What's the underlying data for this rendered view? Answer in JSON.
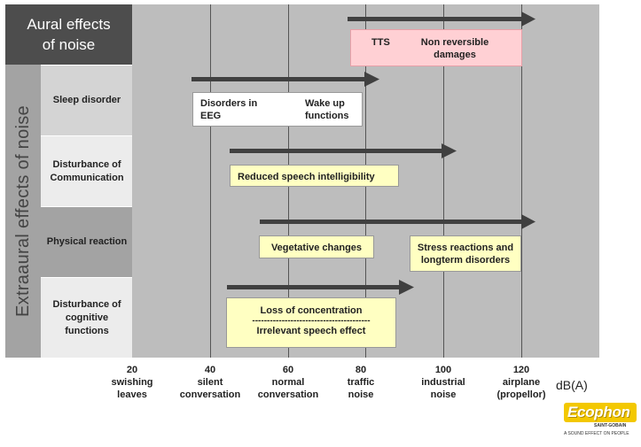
{
  "header": {
    "aural_line1": "Aural effects",
    "aural_line2": "of noise"
  },
  "side_label": "Extraaural effects of noise",
  "rows": [
    {
      "label_line1": "Sleep disorder",
      "label_line2": "",
      "label_line3": ""
    },
    {
      "label_line1": "Disturbance of",
      "label_line2": "Communication",
      "label_line3": ""
    },
    {
      "label_line1": "Physical reaction",
      "label_line2": "",
      "label_line3": ""
    },
    {
      "label_line1": "Disturbance of",
      "label_line2": "cognitive",
      "label_line3": "functions"
    }
  ],
  "boxes": {
    "tts": "TTS",
    "non_reversible_1": "Non reversible",
    "non_reversible_2": "damages",
    "disorders_eeg_1": "Disorders in",
    "disorders_eeg_2": "EEG",
    "wake_up_1": "Wake up",
    "wake_up_2": "functions",
    "speech": "Reduced speech intelligibility",
    "vegetative": "Vegetative changes",
    "stress_1": "Stress reactions and",
    "stress_2": "longterm disorders",
    "concentration": "Loss of concentration",
    "separator": "----------------------------------------",
    "irrelevant": "Irrelevant speech effect"
  },
  "axis": {
    "unit": "dB(A)",
    "ticks": [
      {
        "value": "20",
        "line2": "swishing",
        "line3": "leaves"
      },
      {
        "value": "40",
        "line2": "silent",
        "line3": "conversation"
      },
      {
        "value": "60",
        "line2": "normal",
        "line3": "conversation"
      },
      {
        "value": "80",
        "line2": "traffic",
        "line3": "noise"
      },
      {
        "value": "100",
        "line2": "industrial",
        "line3": "noise"
      },
      {
        "value": "120",
        "line2": "airplane",
        "line3": "(propellor)"
      }
    ]
  },
  "logo": {
    "brand": "Ecophon",
    "sub": "SAINT-GOBAIN",
    "tagline": "A SOUND EFFECT ON PEOPLE"
  },
  "colors": {
    "arrow": "#404040",
    "header_bg": "#4d4d4d",
    "plot_bg": "#bdbdbd",
    "pink_box": "#ffd0d4",
    "yellow_box": "#ffffc2",
    "logo_yellow": "#f3c800"
  }
}
